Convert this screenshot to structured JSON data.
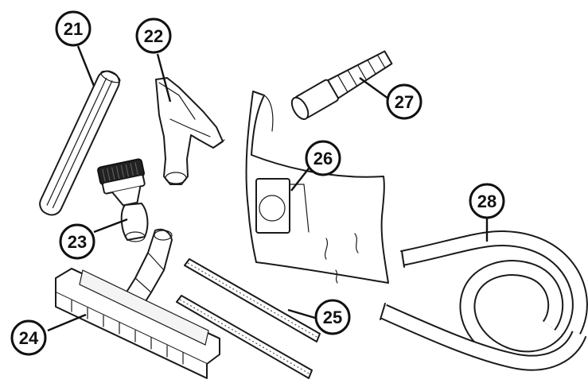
{
  "parts": [
    {
      "id": "extension-tube",
      "number": "21"
    },
    {
      "id": "crevice-nozzle",
      "number": "22"
    },
    {
      "id": "dusting-brush",
      "number": "23"
    },
    {
      "id": "floor-nozzle",
      "number": "24"
    },
    {
      "id": "brush-strips",
      "number": "25"
    },
    {
      "id": "filter-bag",
      "number": "26"
    },
    {
      "id": "hose-adapter",
      "number": "27"
    },
    {
      "id": "suction-hose",
      "number": "28"
    }
  ]
}
